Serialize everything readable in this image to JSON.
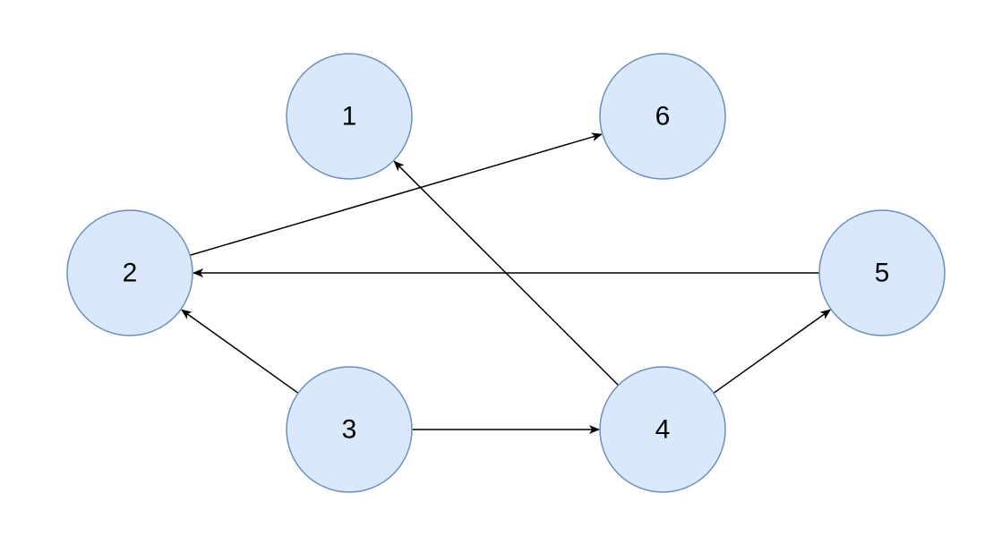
{
  "diagram": {
    "nodes": [
      {
        "id": "1",
        "label": "1"
      },
      {
        "id": "2",
        "label": "2"
      },
      {
        "id": "3",
        "label": "3"
      },
      {
        "id": "4",
        "label": "4"
      },
      {
        "id": "5",
        "label": "5"
      },
      {
        "id": "6",
        "label": "6"
      }
    ],
    "edges": [
      {
        "from": "2",
        "to": "6"
      },
      {
        "from": "5",
        "to": "2"
      },
      {
        "from": "3",
        "to": "2"
      },
      {
        "from": "3",
        "to": "4"
      },
      {
        "from": "4",
        "to": "1"
      },
      {
        "from": "4",
        "to": "5"
      }
    ],
    "colors": {
      "node_fill": "#dae8fc",
      "node_stroke": "#6c8ebf",
      "edge": "#000000"
    }
  }
}
